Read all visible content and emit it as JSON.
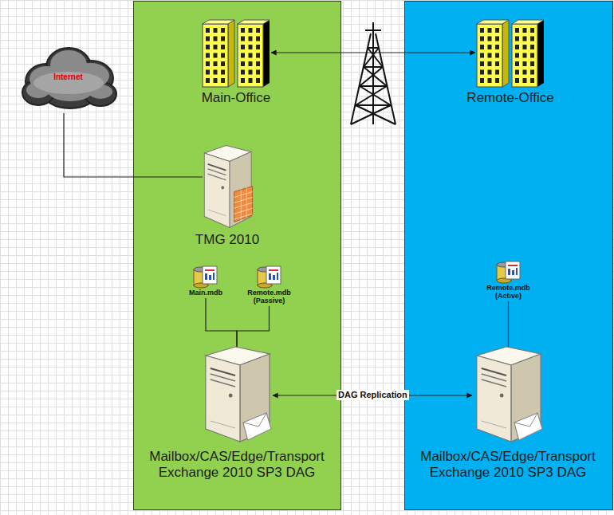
{
  "diagram": {
    "nodes": [
      {
        "text": [
          "Internet"
        ]
      },
      {
        "text": [
          "Main-Office"
        ]
      },
      {
        "text": [
          "Remote-Office"
        ]
      },
      {
        "text": [
          "TMG 2010"
        ]
      },
      {
        "text": [
          "Main.mdb"
        ]
      },
      {
        "text": [
          "Remote.mdb (Passive)"
        ]
      },
      {
        "text": [
          "Remote.mdb (Active)"
        ]
      },
      {
        "text": [
          "Mailbox/CAS/Edge/Transport Exchange 2010 SP3 DAG"
        ]
      },
      {
        "text": [
          "Mailbox/CAS/Edge/Transport Exchange 2010 SP3 DAG"
        ]
      }
    ],
    "edges": [
      {
        "from": 0,
        "to": 3,
        "arrow": "none"
      },
      {
        "from": 1,
        "to": 2,
        "arrow": "both"
      },
      {
        "from": 4,
        "to": 7,
        "arrow": "none"
      },
      {
        "from": 5,
        "to": 7,
        "arrow": "none"
      },
      {
        "from": 6,
        "to": 8,
        "arrow": "none"
      },
      {
        "from": 7,
        "to": 8,
        "label": "DAG Replication",
        "arrow": "both"
      }
    ]
  }
}
